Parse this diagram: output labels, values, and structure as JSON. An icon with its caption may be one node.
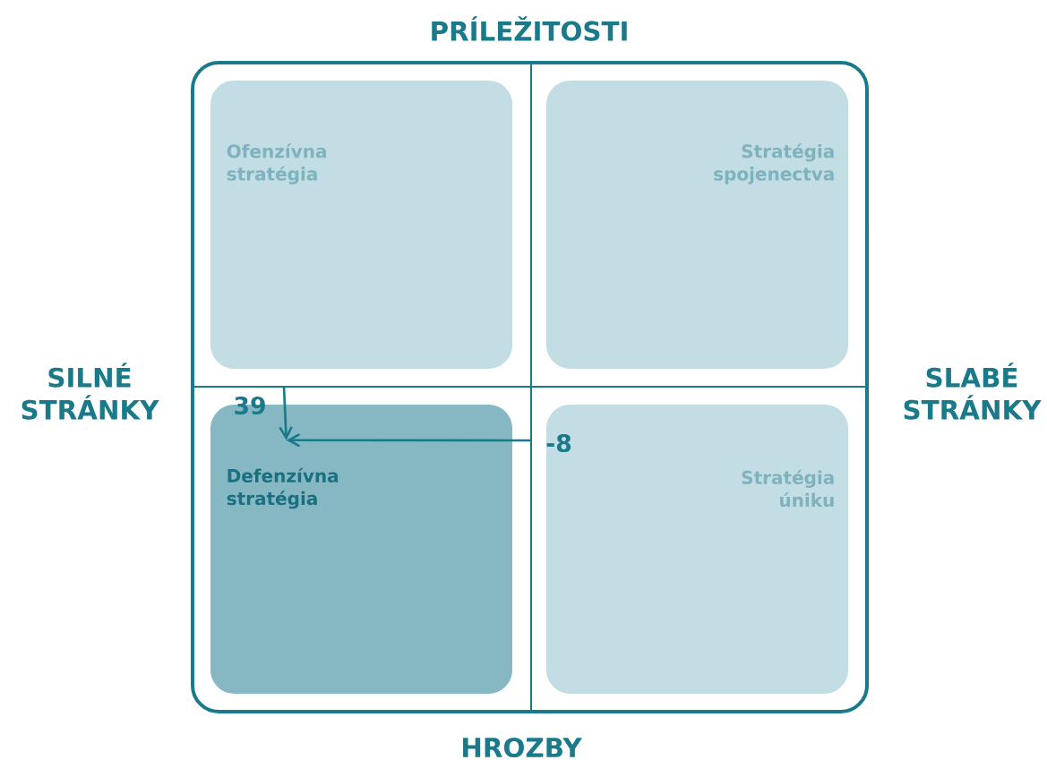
{
  "diagram": {
    "nodes": [
      {
        "text": [
          "Ofenzívna stratégia"
        ]
      },
      {
        "text": [
          "Stratégia spojenectva"
        ]
      },
      {
        "text": [
          "Defenzívna stratégia"
        ]
      },
      {
        "text": [
          "Stratégia úniku"
        ]
      }
    ],
    "edges": [
      {
        "from": null,
        "to": 2,
        "arrow": "to",
        "label": "39"
      },
      {
        "from": null,
        "to": 2,
        "arrow": "to",
        "label": "-8"
      }
    ],
    "labels": [
      "PRÍLEŽITOSTI",
      "SILNÉ STRÁNKY",
      "SLABÉ STRÁNKY",
      "HROZBY"
    ]
  }
}
